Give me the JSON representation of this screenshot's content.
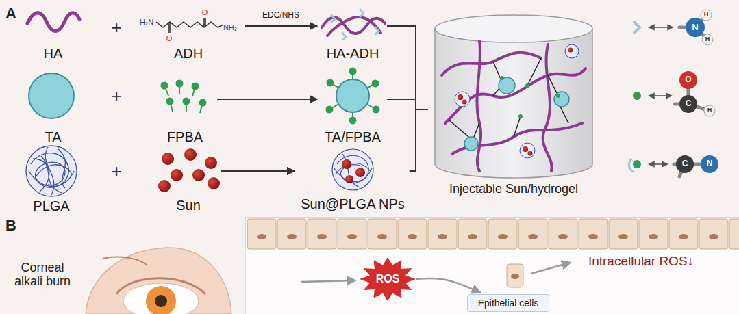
{
  "diagram": {
    "nodes": [
      {
        "text": [
          "HA"
        ]
      },
      {
        "text": [
          "ADH"
        ]
      },
      {
        "text": [
          "HA-ADH"
        ]
      },
      {
        "text": [
          "TA"
        ]
      },
      {
        "text": [
          "FPBA"
        ]
      },
      {
        "text": [
          "TA/FPBA"
        ]
      },
      {
        "text": [
          "PLGA"
        ]
      },
      {
        "text": [
          "Sun"
        ]
      },
      {
        "text": [
          "Sun@PLGA NPs"
        ]
      },
      {
        "text": [
          "Injectable Sun/hydrogel"
        ]
      },
      {
        "text": [
          "ROS"
        ]
      },
      {
        "text": [
          "Epithelial cells"
        ]
      }
    ],
    "edges": [
      {
        "from": 1,
        "to": 2,
        "label": "EDC/NHS",
        "arrow": "to"
      },
      {
        "from": 4,
        "to": 5,
        "arrow": "to"
      },
      {
        "from": 7,
        "to": 8,
        "arrow": "to"
      },
      {
        "from": 2,
        "to": 9,
        "arrow": "none"
      },
      {
        "from": 5,
        "to": 9,
        "arrow": "none"
      },
      {
        "from": 8,
        "to": 9,
        "arrow": "none"
      },
      {
        "from": 10,
        "to": 11,
        "arrow": "to"
      }
    ],
    "labels": [
      "A",
      "+",
      "+",
      "+",
      "H₂N",
      "NH₂",
      "O",
      "O",
      "N",
      "H",
      "H",
      "O",
      "C",
      "H",
      "C",
      "N",
      "B",
      "Corneal alkali burn",
      "Intracellular ROS↓"
    ]
  }
}
